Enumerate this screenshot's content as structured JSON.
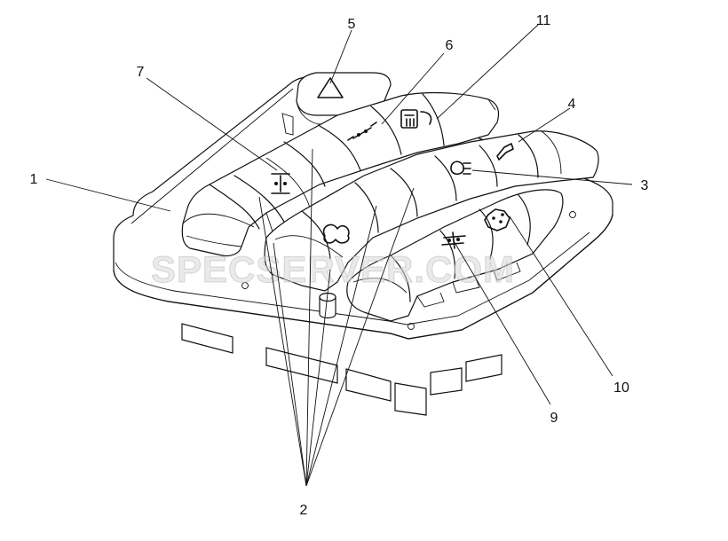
{
  "watermark": "SPECSERVER.COM",
  "callouts": {
    "c1": "1",
    "c2": "2",
    "c3": "3",
    "c4": "4",
    "c5": "5",
    "c6": "6",
    "c7": "7",
    "c9": "9",
    "c10": "10",
    "c11": "11"
  },
  "icons": {
    "hazard": "hazard-triangle-icon",
    "diff_lock_row1": "differential-lock-icon",
    "diff_lock_axle": "axle-lock-icon",
    "seat_heat": "heated-seat-icon",
    "fog_rear": "rear-fog-light-icon",
    "work_light": "work-light-icon",
    "beacon": "rotating-beacon-icon",
    "axle_lock2": "inter-axle-lock-icon",
    "diff_lock_gear": "central-diff-lock-icon"
  }
}
